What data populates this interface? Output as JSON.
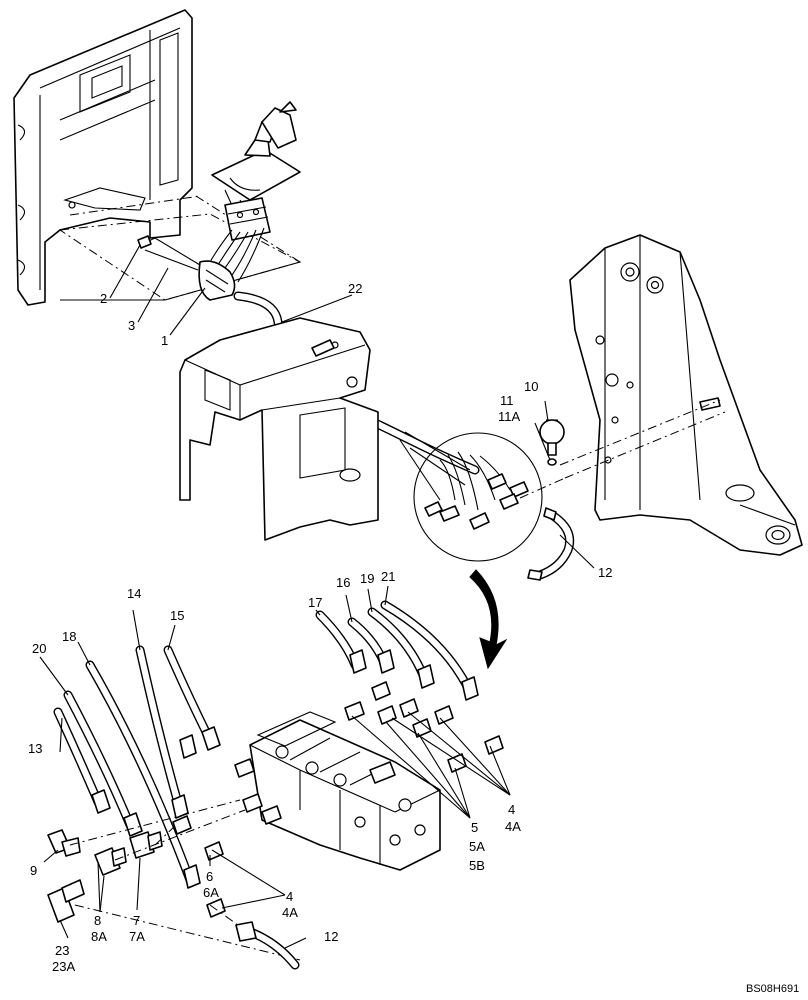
{
  "figure_code": "BS08H691",
  "callouts": {
    "c1": "1",
    "c2": "2",
    "c3": "3",
    "c4a": "4",
    "c4a_b": "4A",
    "c4b": "4",
    "c4b_b": "4A",
    "c5": "5",
    "c5a": "5A",
    "c5b": "5B",
    "c6": "6",
    "c6a": "6A",
    "c7": "7",
    "c7a": "7A",
    "c8": "8",
    "c8a": "8A",
    "c9": "9",
    "c10": "10",
    "c11": "11",
    "c11a": "11A",
    "c12a": "12",
    "c12b": "12",
    "c13": "13",
    "c14": "14",
    "c15": "15",
    "c16": "16",
    "c17": "17",
    "c18": "18",
    "c19": "19",
    "c20": "20",
    "c21": "21",
    "c22": "22",
    "c23": "23",
    "c23a": "23A"
  }
}
